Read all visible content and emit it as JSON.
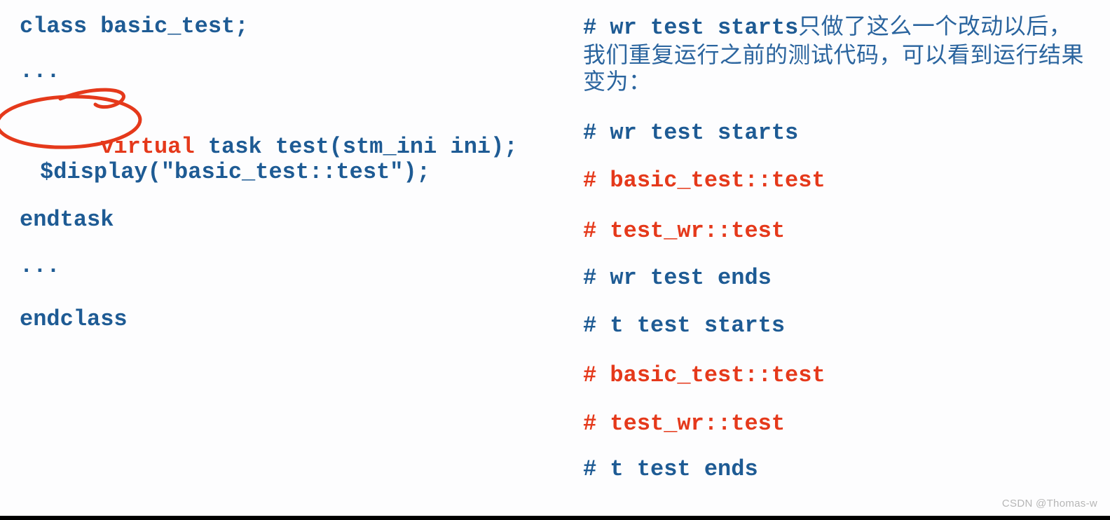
{
  "colors": {
    "code_blue": "#1e5b94",
    "chinese_blue": "#2a649e",
    "accent_red": "#e5391b",
    "watermark_gray": "#b6b6b6",
    "bottom_bar": "#000000"
  },
  "code_panel": {
    "class_decl": "class basic_test;",
    "ellipsis1": "...",
    "virtual_keyword": "virtual",
    "task_rest": " task test(stm_ini ini);",
    "display_stmt": "$display(\"basic_test::test\");",
    "endtask": "endtask",
    "ellipsis2": "...",
    "endclass": "endclass"
  },
  "output_panel": {
    "intro": {
      "code_prefix": "# wr test starts",
      "cn_line1": "只做了这么一个改动以后，",
      "cn_line2": "我们重复运行之前的测试代码，可以看到运行结果",
      "cn_line3": "变为："
    },
    "console_lines": [
      {
        "text": "# wr test starts",
        "color": "blue"
      },
      {
        "text": "# basic_test::test",
        "color": "red"
      },
      {
        "text": "# test_wr::test",
        "color": "red"
      },
      {
        "text": "# wr test ends",
        "color": "blue"
      },
      {
        "text": "# t test starts",
        "color": "blue"
      },
      {
        "text": "# basic_test::test",
        "color": "red"
      },
      {
        "text": "# test_wr::test",
        "color": "red"
      },
      {
        "text": "# t test ends",
        "color": "blue"
      }
    ]
  },
  "watermark": "CSDN @Thomas-w"
}
